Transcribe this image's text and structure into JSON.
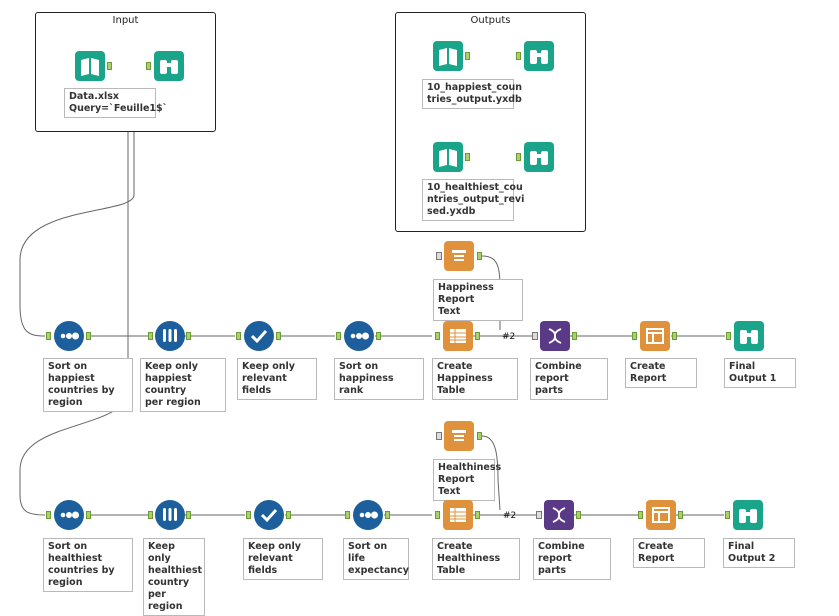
{
  "containers": {
    "input": "Input",
    "outputs": "Outputs"
  },
  "labels": {
    "input_data": [
      "Data.xlsx",
      "Query=`Feuille1$`"
    ],
    "output1": [
      "10_happiest_coun",
      "tries_output.yxdb"
    ],
    "output2": [
      "10_healthiest_cou",
      "ntries_output_revi",
      "sed.yxdb"
    ],
    "happiness_text": [
      "Happiness Report",
      "Text"
    ],
    "sort_happiest": [
      "Sort on happiest",
      "countries by",
      "region"
    ],
    "keep_happiest": [
      "Keep only",
      "happiest country",
      "per region"
    ],
    "keep_fields1": [
      "Keep only",
      "relevant fields"
    ],
    "sort_happiness": [
      "Sort on happiness",
      "rank"
    ],
    "create_happiness_table": [
      "Create Happiness",
      "Table"
    ],
    "combine1": [
      "Combine report",
      "parts"
    ],
    "create_report1": [
      "Create Report"
    ],
    "final1": [
      "Final Output 1"
    ],
    "healthiness_text": [
      "Healthiness",
      "Report Text"
    ],
    "sort_healthiest": [
      "Sort on healthiest",
      "countries by",
      "region"
    ],
    "keep_healthiest": [
      "Keep only",
      "healthiest",
      "country per",
      "region"
    ],
    "keep_fields2": [
      "Keep only",
      "relevant fields"
    ],
    "sort_life": [
      "Sort on life",
      "expectancy"
    ],
    "create_healthiness_table": [
      "Create",
      "Healthiness Table"
    ],
    "combine2": [
      "Combine report",
      "parts"
    ],
    "create_report2": [
      "Create Report"
    ],
    "final2": [
      "Final Output 2"
    ]
  },
  "tags": {
    "row1_hash": "#2",
    "row2_hash": "#2"
  },
  "colors": {
    "input_output": "#1aa58b",
    "preparation": "#1c5f9c",
    "join": "#5a3a87",
    "reporting": "#e0913c",
    "anchor": "#a8d36b"
  }
}
